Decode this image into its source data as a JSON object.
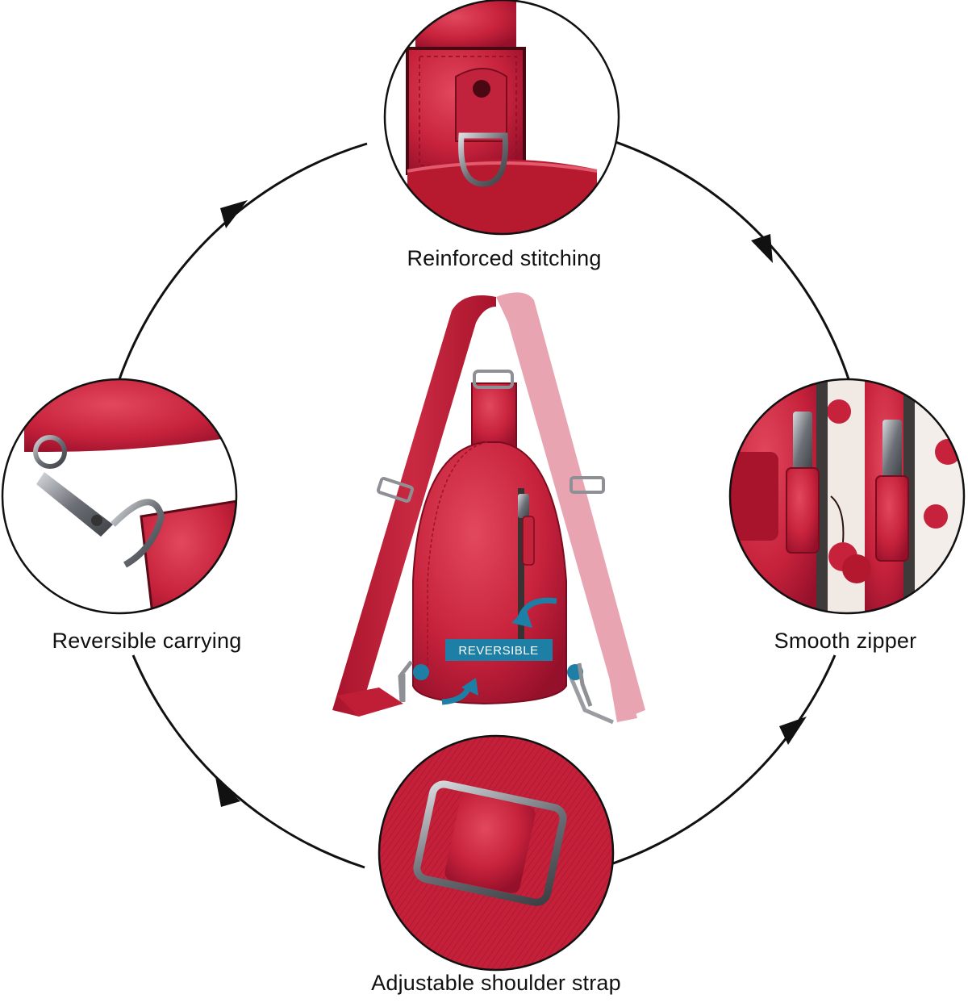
{
  "colors": {
    "leather": "#c7223c",
    "leather_dark": "#9c1228",
    "leather_light": "#e04a60",
    "strap_faded": "#e9a4b1",
    "badge": "#1d7fa6",
    "metal": "#7b7f86",
    "ring": "#111111"
  },
  "icons": [
    "arrow-head-icon",
    "d-ring-icon",
    "zipper-pull-icon",
    "swivel-clasp-icon",
    "slide-buckle-icon",
    "cherry-icon",
    "curved-arrow-icon"
  ],
  "features": {
    "top": {
      "label": "Reinforced stitching"
    },
    "right": {
      "label": "Smooth zipper"
    },
    "bottom": {
      "label": "Adjustable shoulder strap"
    },
    "left": {
      "label": "Reversible carrying"
    }
  },
  "product": {
    "badge_label": "REVERSIBLE"
  }
}
